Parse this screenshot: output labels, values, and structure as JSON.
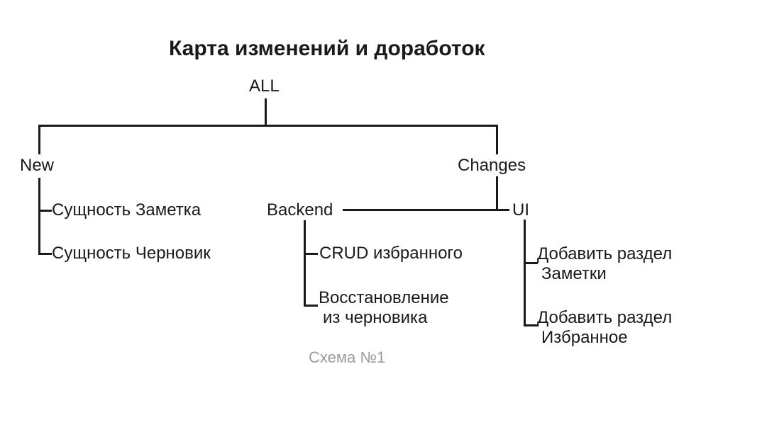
{
  "title": "Карта изменений и доработок",
  "caption": "Схема №1",
  "colors": {
    "background": "#ffffff",
    "line": "#1a1a1a",
    "text": "#1a1a1a",
    "caption_text": "#9b9b9b"
  },
  "tree": {
    "root": {
      "label": "ALL"
    },
    "branches": [
      {
        "id": "new",
        "label": "New",
        "children": [
          {
            "lines": [
              "Сущность Заметка"
            ]
          },
          {
            "lines": [
              "Сущность Черновик"
            ]
          }
        ]
      },
      {
        "id": "changes",
        "label": "Changes",
        "subgroups": [
          {
            "id": "backend",
            "label": "Backend",
            "children": [
              {
                "lines": [
                  "CRUD избранного"
                ]
              },
              {
                "lines": [
                  "Восстановление",
                  "из черновика"
                ]
              }
            ]
          },
          {
            "id": "ui",
            "label": "UI",
            "children": [
              {
                "lines": [
                  "Добавить раздел",
                  "Заметки"
                ]
              },
              {
                "lines": [
                  "Добавить раздел",
                  "Избранное"
                ]
              }
            ]
          }
        ]
      }
    ]
  }
}
